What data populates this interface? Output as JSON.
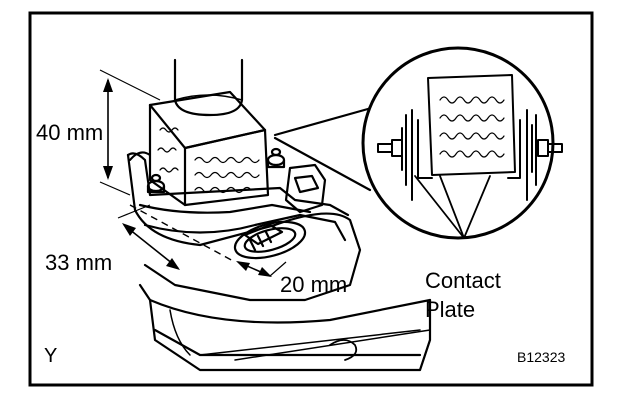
{
  "labels": {
    "dim_height": "40 mm",
    "dim_depth": "33 mm",
    "dim_width": "20 mm",
    "callout_line1": "Contact",
    "callout_line2": "Plate",
    "corner_mark": "Y",
    "figure_code": "B12323"
  }
}
